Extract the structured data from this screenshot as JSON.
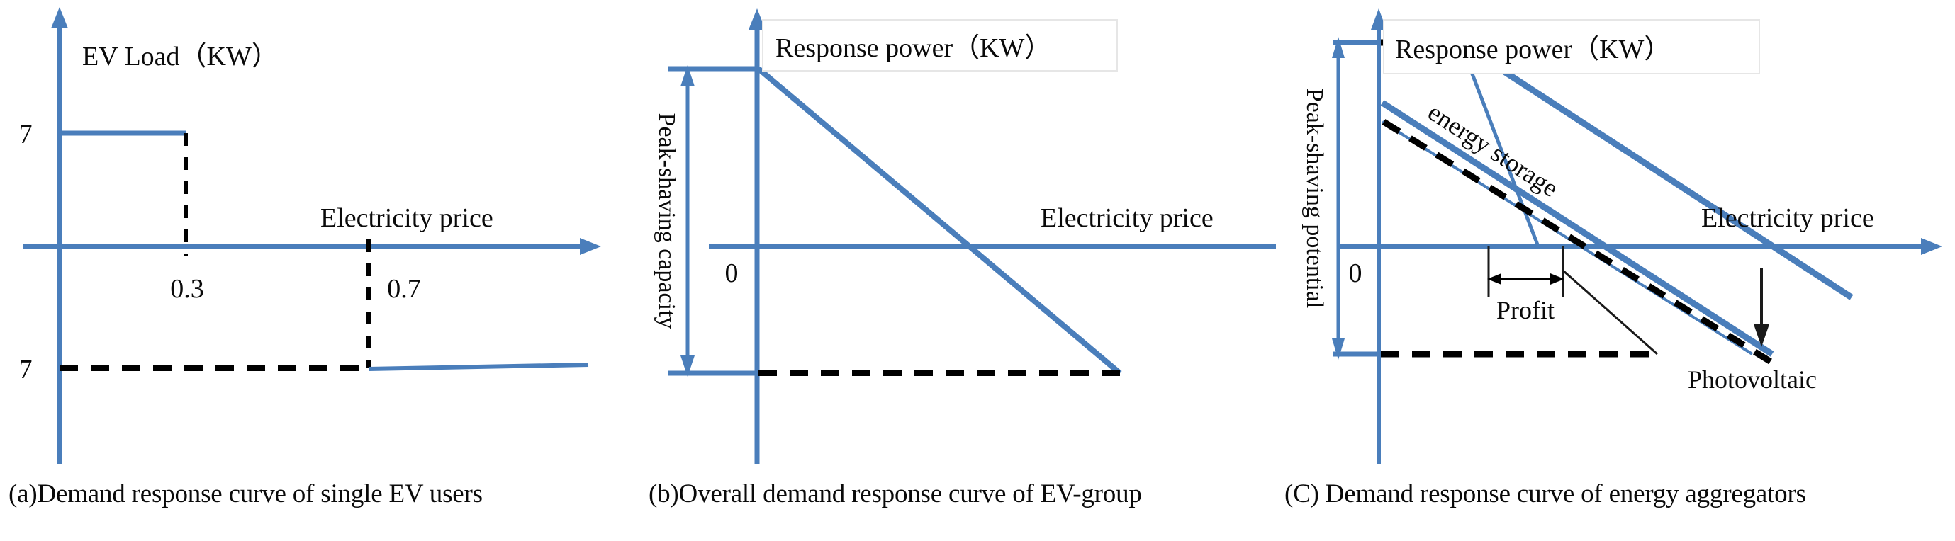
{
  "figure": {
    "panels": [
      {
        "id": "a",
        "caption": "(a)Demand response curve of single EV users",
        "y_axis_title": "EV Load（KW）",
        "x_axis_title": "Electricity price",
        "y_tick_upper": "7",
        "y_tick_lower": "7",
        "x_tick_first": "0.3",
        "x_tick_second": "0.7"
      },
      {
        "id": "b",
        "caption": "(b)Overall demand response curve of EV-group",
        "y_axis_title": "Response power（KW）",
        "x_axis_title": "Electricity price",
        "origin_label": "0",
        "bracket_label": "Peak-shaving capacity"
      },
      {
        "id": "c",
        "caption": "(C) Demand response curve of energy aggregators",
        "y_axis_title": "Response power（KW）",
        "x_axis_title": "Electricity price",
        "origin_label": "0",
        "bracket_label": "Peak-shaving potential",
        "curve_label_storage": "energy storage",
        "curve_label_pv": "Photovoltaic",
        "profit_label": "Profit"
      }
    ]
  },
  "chart_data": [
    {
      "type": "line",
      "id": "a",
      "title": "Demand response curve of single EV users",
      "xlabel": "Electricity price",
      "ylabel": "EV Load（KW）",
      "description": "Step function: load is +7 kW for price below 0.3, drops to 0 between 0.3 and 0.7, then -7 kW above 0.7",
      "xticks": [
        "0.3",
        "0.7"
      ],
      "yticks": [
        "7",
        "7"
      ],
      "segments": [
        {
          "style": "solid",
          "color": "#4a7ebb",
          "points": [
            [
              0.0,
              7
            ],
            [
              0.3,
              7
            ]
          ]
        },
        {
          "style": "dashed",
          "color": "#000000",
          "points": [
            [
              0.3,
              7
            ],
            [
              0.3,
              0
            ]
          ]
        },
        {
          "style": "dashed",
          "color": "#000000",
          "points": [
            [
              0.0,
              -7
            ],
            [
              0.7,
              -7
            ]
          ]
        },
        {
          "style": "dashed",
          "color": "#000000",
          "points": [
            [
              0.7,
              0
            ],
            [
              0.7,
              -7
            ]
          ]
        },
        {
          "style": "solid",
          "color": "#4a7ebb",
          "points": [
            [
              0.7,
              -7
            ],
            [
              1.0,
              -6.8
            ]
          ]
        }
      ]
    },
    {
      "type": "line",
      "id": "b",
      "title": "Overall demand response curve of EV-group",
      "xlabel": "Electricity price",
      "ylabel": "Response power（KW）",
      "description": "Single downward-sloping line from maximum response power to minimum; peak-shaving capacity spans full vertical range",
      "annotations": [
        "0",
        "Peak-shaving capacity"
      ],
      "segments": [
        {
          "style": "solid",
          "color": "#4a7ebb",
          "name": "EV-group response",
          "points": [
            [
              0.0,
              1.0
            ],
            [
              1.0,
              -1.0
            ]
          ]
        },
        {
          "style": "dashed",
          "color": "#000000",
          "name": "lower bound",
          "points": [
            [
              0.0,
              -1.0
            ],
            [
              1.0,
              -1.0
            ]
          ]
        },
        {
          "style": "solid",
          "color": "#4a7ebb",
          "name": "upper bound",
          "points": [
            [
              -0.25,
              1.0
            ],
            [
              0.0,
              1.0
            ]
          ]
        }
      ]
    },
    {
      "type": "line",
      "id": "c",
      "title": "Demand response curve of energy aggregators",
      "xlabel": "Electricity price",
      "ylabel": "Response power（KW）",
      "description": "Three overlaid declining curves: energy storage (thick blue), photovoltaic (dashed black), aggregated total (thin blue), plus a steep blue line; Profit measured between two zero crossings",
      "annotations": [
        "0",
        "Peak-shaving potential",
        "energy storage",
        "Photovoltaic",
        "Profit"
      ],
      "series": [
        {
          "name": "energy storage",
          "style": "solid",
          "color": "#4a7ebb",
          "points": [
            [
              0.04,
              0.72
            ],
            [
              0.98,
              -0.92
            ]
          ]
        },
        {
          "name": "aggregate",
          "style": "solid",
          "color": "#4a7ebb",
          "points": [
            [
              0.04,
              0.62
            ],
            [
              0.9,
              -0.95
            ]
          ]
        },
        {
          "name": "Photovoltaic",
          "style": "dashed",
          "color": "#000000",
          "points": [
            [
              0.04,
              1.0
            ],
            [
              0.86,
              -0.92
            ]
          ]
        },
        {
          "name": "steep line",
          "style": "solid",
          "color": "#4a7ebb",
          "points": [
            [
              0.3,
              1.0
            ],
            [
              0.46,
              0.0
            ]
          ]
        }
      ]
    }
  ],
  "colors": {
    "accent_blue": "#4a7ebb",
    "line_black": "#000000",
    "text": "#0a0a0a",
    "background": "#ffffff"
  }
}
